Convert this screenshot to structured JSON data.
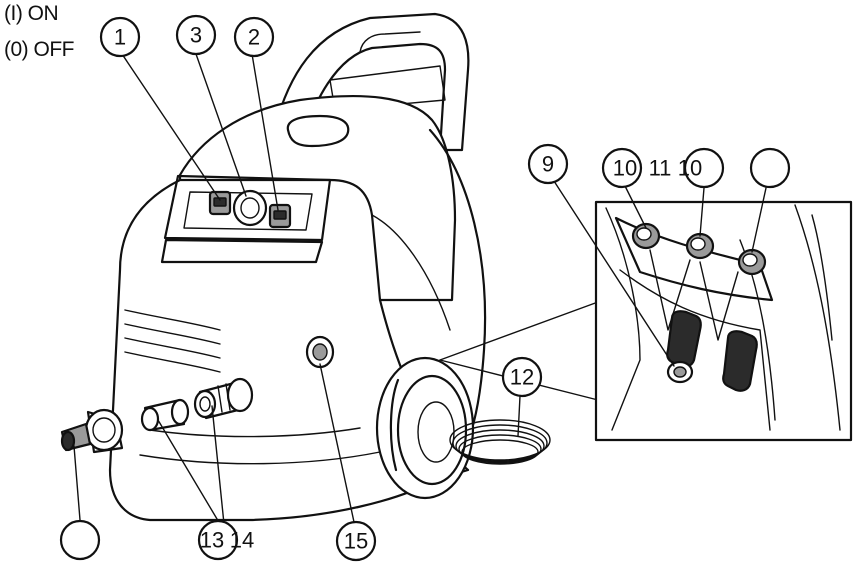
{
  "legend": {
    "on": "(I)  ON",
    "off": "(0) OFF"
  },
  "callouts": [
    {
      "id": "c1",
      "label": "1"
    },
    {
      "id": "c3",
      "label": "3"
    },
    {
      "id": "c2",
      "label": "2"
    },
    {
      "id": "c9",
      "label": "9"
    },
    {
      "id": "c10",
      "label": "10"
    },
    {
      "id": "c11",
      "label": "11"
    },
    {
      "id": "c10b",
      "label": "10"
    },
    {
      "id": "c12",
      "label": "12"
    },
    {
      "id": "c13",
      "label": "13"
    },
    {
      "id": "c14",
      "label": "14"
    },
    {
      "id": "c15",
      "label": "15"
    },
    {
      "id": "cblank1",
      "label": ""
    },
    {
      "id": "cblank2",
      "label": ""
    }
  ]
}
